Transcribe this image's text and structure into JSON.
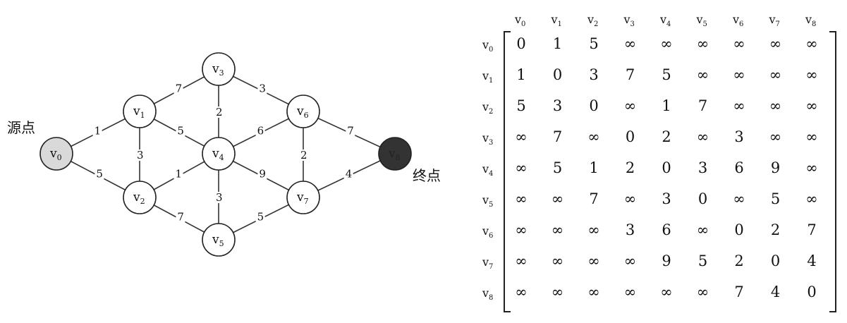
{
  "graph": {
    "source_label": "源点",
    "target_label": "终点",
    "nodes": [
      {
        "id": "v0",
        "label": "v",
        "sub": "0",
        "fill": "#d9d9d9",
        "text_color": "#111111"
      },
      {
        "id": "v1",
        "label": "v",
        "sub": "1",
        "fill": "#ffffff",
        "text_color": "#111111"
      },
      {
        "id": "v2",
        "label": "v",
        "sub": "2",
        "fill": "#ffffff",
        "text_color": "#111111"
      },
      {
        "id": "v3",
        "label": "v",
        "sub": "3",
        "fill": "#ffffff",
        "text_color": "#111111"
      },
      {
        "id": "v4",
        "label": "v",
        "sub": "4",
        "fill": "#ffffff",
        "text_color": "#111111"
      },
      {
        "id": "v5",
        "label": "v",
        "sub": "5",
        "fill": "#ffffff",
        "text_color": "#111111"
      },
      {
        "id": "v6",
        "label": "v",
        "sub": "6",
        "fill": "#ffffff",
        "text_color": "#111111"
      },
      {
        "id": "v7",
        "label": "v",
        "sub": "7",
        "fill": "#ffffff",
        "text_color": "#111111"
      },
      {
        "id": "v8",
        "label": "v",
        "sub": "8",
        "fill": "#333333",
        "text_color": "#222222"
      }
    ],
    "edges": [
      {
        "from": "v0",
        "to": "v1",
        "w": "1"
      },
      {
        "from": "v0",
        "to": "v2",
        "w": "5"
      },
      {
        "from": "v1",
        "to": "v2",
        "w": "3"
      },
      {
        "from": "v1",
        "to": "v3",
        "w": "7"
      },
      {
        "from": "v1",
        "to": "v4",
        "w": "5"
      },
      {
        "from": "v2",
        "to": "v4",
        "w": "1"
      },
      {
        "from": "v2",
        "to": "v5",
        "w": "7"
      },
      {
        "from": "v3",
        "to": "v4",
        "w": "2"
      },
      {
        "from": "v3",
        "to": "v6",
        "w": "3"
      },
      {
        "from": "v4",
        "to": "v6",
        "w": "6"
      },
      {
        "from": "v4",
        "to": "v7",
        "w": "9"
      },
      {
        "from": "v4",
        "to": "v5",
        "w": "3"
      },
      {
        "from": "v5",
        "to": "v7",
        "w": "5"
      },
      {
        "from": "v6",
        "to": "v7",
        "w": "2"
      },
      {
        "from": "v6",
        "to": "v8",
        "w": "7"
      },
      {
        "from": "v7",
        "to": "v8",
        "w": "4"
      }
    ]
  },
  "matrix": {
    "col_headers": [
      {
        "label": "v",
        "sub": "0"
      },
      {
        "label": "v",
        "sub": "1"
      },
      {
        "label": "v",
        "sub": "2"
      },
      {
        "label": "v",
        "sub": "3"
      },
      {
        "label": "v",
        "sub": "4"
      },
      {
        "label": "v",
        "sub": "5"
      },
      {
        "label": "v",
        "sub": "6"
      },
      {
        "label": "v",
        "sub": "7"
      },
      {
        "label": "v",
        "sub": "8"
      }
    ],
    "row_headers": [
      {
        "label": "v",
        "sub": "0"
      },
      {
        "label": "v",
        "sub": "1"
      },
      {
        "label": "v",
        "sub": "2"
      },
      {
        "label": "v",
        "sub": "3"
      },
      {
        "label": "v",
        "sub": "4"
      },
      {
        "label": "v",
        "sub": "5"
      },
      {
        "label": "v",
        "sub": "6"
      },
      {
        "label": "v",
        "sub": "7"
      },
      {
        "label": "v",
        "sub": "8"
      }
    ],
    "rows": [
      [
        "0",
        "1",
        "5",
        "∞",
        "∞",
        "∞",
        "∞",
        "∞",
        "∞"
      ],
      [
        "1",
        "0",
        "3",
        "7",
        "5",
        "∞",
        "∞",
        "∞",
        "∞"
      ],
      [
        "5",
        "3",
        "0",
        "∞",
        "1",
        "7",
        "∞",
        "∞",
        "∞"
      ],
      [
        "∞",
        "7",
        "∞",
        "0",
        "2",
        "∞",
        "3",
        "∞",
        "∞"
      ],
      [
        "∞",
        "5",
        "1",
        "2",
        "0",
        "3",
        "6",
        "9",
        "∞"
      ],
      [
        "∞",
        "∞",
        "7",
        "∞",
        "3",
        "0",
        "∞",
        "5",
        "∞"
      ],
      [
        "∞",
        "∞",
        "∞",
        "3",
        "6",
        "∞",
        "0",
        "2",
        "7"
      ],
      [
        "∞",
        "∞",
        "∞",
        "∞",
        "9",
        "5",
        "2",
        "0",
        "4"
      ],
      [
        "∞",
        "∞",
        "∞",
        "∞",
        "∞",
        "∞",
        "7",
        "4",
        "0"
      ]
    ]
  }
}
